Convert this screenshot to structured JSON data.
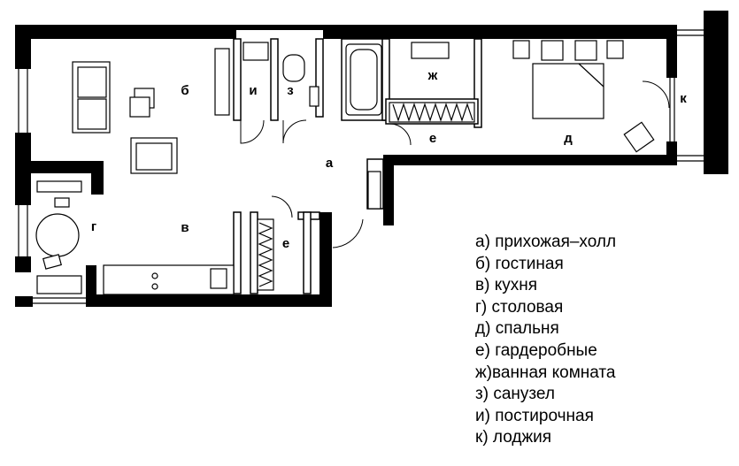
{
  "rooms": {
    "a": "а",
    "b": "б",
    "v": "в",
    "g": "г",
    "d": "д",
    "e1": "е",
    "e2": "е",
    "zh": "ж",
    "z": "з",
    "i": "и",
    "k": "к"
  },
  "legend": [
    {
      "key": "а)",
      "text": "прихожая–холл"
    },
    {
      "key": "б)",
      "text": "гостиная"
    },
    {
      "key": "в)",
      "text": "кухня"
    },
    {
      "key": "г)",
      "text": "столовая"
    },
    {
      "key": "д)",
      "text": "спальня"
    },
    {
      "key": "е)",
      "text": "гардеробные"
    },
    {
      "key": "ж)",
      "text": "ванная комната"
    },
    {
      "key": "з)",
      "text": "санузел"
    },
    {
      "key": "и)",
      "text": "постирочная"
    },
    {
      "key": "к)",
      "text": "лоджия"
    }
  ]
}
